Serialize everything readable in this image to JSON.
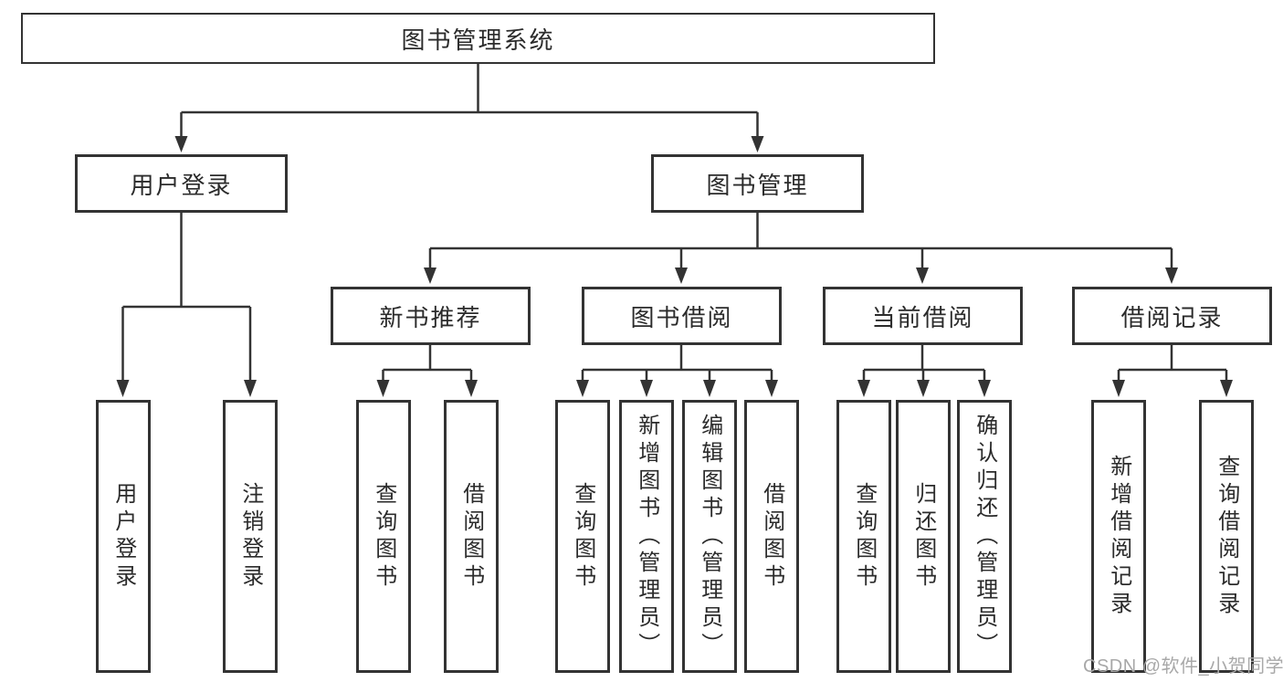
{
  "diagram": {
    "root": "图书管理系统",
    "level1": [
      {
        "label": "用户登录",
        "leaves": [
          "用户登录",
          "注销登录"
        ]
      },
      {
        "label": "图书管理",
        "groups": [
          {
            "label": "新书推荐",
            "leaves": [
              "查询图书",
              "借阅图书"
            ]
          },
          {
            "label": "图书借阅",
            "leaves": [
              "查询图书",
              "新增图书（管理员）",
              "编辑图书（管理员）",
              "借阅图书"
            ]
          },
          {
            "label": "当前借阅",
            "leaves": [
              "查询图书",
              "归还图书",
              "确认归还（管理员）"
            ]
          },
          {
            "label": "借阅记录",
            "leaves": [
              "新增借阅记录",
              "查询借阅记录"
            ]
          }
        ]
      }
    ]
  },
  "watermark": "CSDN @软件_小贺同学",
  "colors": {
    "line": "#333333",
    "text": "#2b2b2b",
    "watermark": "#a8a8a8",
    "background": "#ffffff"
  }
}
